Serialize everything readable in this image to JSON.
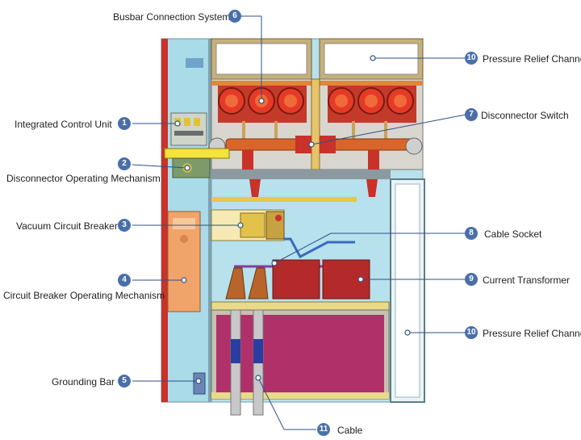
{
  "callouts": [
    {
      "num": "1",
      "label": "Integrated Control Unit"
    },
    {
      "num": "2",
      "label": "Disconnector Operating Mechanism"
    },
    {
      "num": "3",
      "label": "Vacuum Circuit Breaker"
    },
    {
      "num": "4",
      "label": "Circuit Breaker Operating Mechanism"
    },
    {
      "num": "5",
      "label": "Grounding Bar"
    },
    {
      "num": "6",
      "label": "Busbar Connection System"
    },
    {
      "num": "7",
      "label": "Disconnector Switch"
    },
    {
      "num": "8",
      "label": "Cable Socket"
    },
    {
      "num": "9",
      "label": "Current Transformer"
    },
    {
      "num": "10",
      "label": "Pressure Relief Channe"
    },
    {
      "num": "10",
      "label": "Pressure Relief Channe"
    },
    {
      "num": "11",
      "label": "Cable"
    }
  ],
  "colors": {
    "accent": "#4a6fa8",
    "cabinet_fill": "#9fd6e6",
    "breaker_red": "#c8322a",
    "busbar_orange": "#e0873a",
    "ct_red": "#b42a2a",
    "cable_chamber": "#b0306a",
    "mechanism_orange": "#f1a46a"
  }
}
